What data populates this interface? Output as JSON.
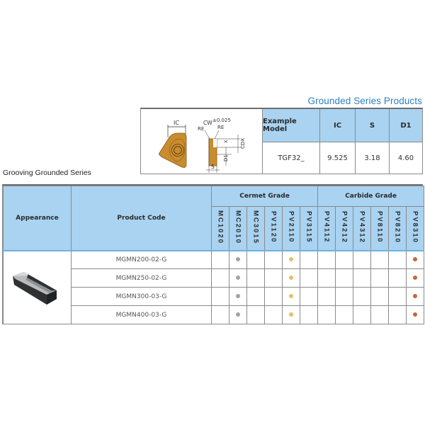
{
  "top_title": "Grounded Series Products",
  "spec_table": {
    "drawing_labels": {
      "ic": "IC",
      "cw": "CW",
      "tol": "±0.025",
      "re_left": "RE",
      "re_right": "RE",
      "cdx": "CDX",
      "d1": "D1",
      "s": "S",
      "x": "X"
    },
    "columns": [
      {
        "header": "Example Model",
        "value": "TGF32_"
      },
      {
        "header": "IC",
        "value": "9.525"
      },
      {
        "header": "S",
        "value": "3.18"
      },
      {
        "header": "D1",
        "value": "4.60"
      }
    ]
  },
  "section_title": "Grooving Grounded Series",
  "main_table": {
    "headers": {
      "appearance": "Appearance",
      "product_code": "Product Code",
      "cermet_grade": "Cermet Grade",
      "carbide_grade": "Carbide Grade"
    },
    "cermet_grades": [
      "MC1020",
      "MC2010",
      "MC3015",
      "PV1120",
      "PV2110",
      "PV3115"
    ],
    "carbide_grades": [
      "PV4112",
      "PV4212",
      "PV4312",
      "PV8110",
      "PV8210",
      "PV8310"
    ],
    "rows": [
      {
        "code": "MGMN200-02-G",
        "MC2010": true,
        "PV2110": true,
        "PV8310": true
      },
      {
        "code": "MGMN250-02-G",
        "MC2010": true,
        "PV2110": true,
        "PV8310": true
      },
      {
        "code": "MGMN300-03-G",
        "MC2010": true,
        "PV2110": true,
        "PV8310": true
      },
      {
        "code": "MGMN400-03-G",
        "MC2010": true,
        "PV2110": true,
        "PV8310": true
      }
    ],
    "dot_colors": {
      "MC2010": "#a3a3a3",
      "PV2110": "#e3c064",
      "PV8310": "#c4683a"
    }
  },
  "colors": {
    "header_bg": "#a9d3f1",
    "title_blue": "#2e7fc1",
    "insert_gold": "#c98c2e"
  }
}
